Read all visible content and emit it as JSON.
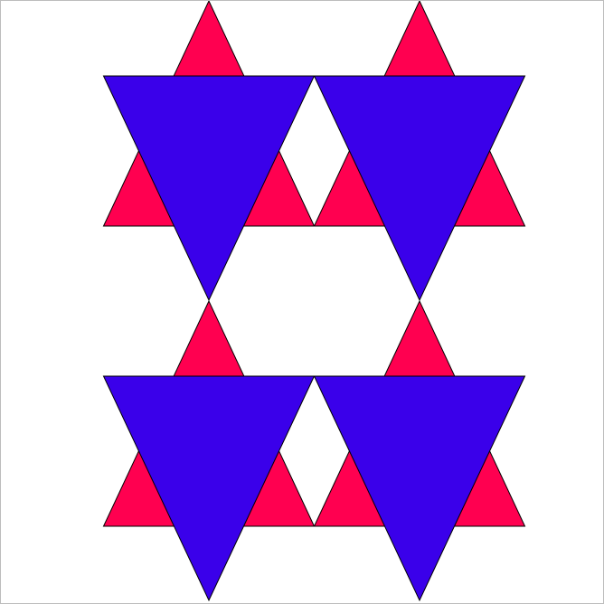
{
  "figure": {
    "description_colors": {
      "background": "#ffffff",
      "frame": "#bdbdbd",
      "red_triangle_fill": "#ff0050",
      "blue_triangle_fill": "#3a00ea",
      "stroke": "#000000"
    },
    "motif_grid": {
      "rows": 2,
      "columns": 2
    },
    "motif": {
      "name": "star-of-david",
      "upward_triangle_color": "red",
      "downward_triangle_color": "blue",
      "downward_triangle_on_top": true
    }
  }
}
